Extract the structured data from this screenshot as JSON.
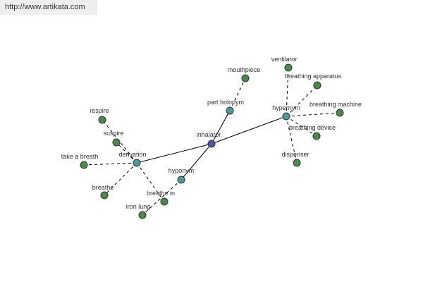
{
  "banner": {
    "url": "http://www.artikata.com"
  },
  "colors": {
    "center": "#4a5aa6",
    "relation": "#4a9a9a",
    "leaf": "#4a8a4a"
  },
  "graph": {
    "nodes": [
      {
        "id": "inhalator",
        "label": "inhalator",
        "kind": "center"
      },
      {
        "id": "part_holonym",
        "label": "part holonym",
        "kind": "relation"
      },
      {
        "id": "hypernym",
        "label": "hypernym",
        "kind": "relation"
      },
      {
        "id": "derivation",
        "label": "derivation",
        "kind": "relation"
      },
      {
        "id": "hyponym",
        "label": "hyponym",
        "kind": "relation"
      },
      {
        "id": "mouthpiece",
        "label": "mouthpiece",
        "kind": "leaf"
      },
      {
        "id": "ventilator",
        "label": "ventilator",
        "kind": "leaf"
      },
      {
        "id": "breathing_apparatus",
        "label": "breathing apparatus",
        "kind": "leaf"
      },
      {
        "id": "breathing_machine",
        "label": "breathing machine",
        "kind": "leaf"
      },
      {
        "id": "breathing_device",
        "label": "breathing device",
        "kind": "leaf"
      },
      {
        "id": "dispenser",
        "label": "dispenser",
        "kind": "leaf"
      },
      {
        "id": "respire",
        "label": "respire",
        "kind": "leaf"
      },
      {
        "id": "suspire",
        "label": "suspire",
        "kind": "leaf"
      },
      {
        "id": "take_a_breath",
        "label": "take a breath",
        "kind": "leaf"
      },
      {
        "id": "breathe",
        "label": "breathe",
        "kind": "leaf"
      },
      {
        "id": "breathe_in",
        "label": "breathe in",
        "kind": "leaf"
      },
      {
        "id": "iron_lung",
        "label": "iron lung",
        "kind": "leaf"
      }
    ],
    "edges": [
      {
        "from": "inhalator",
        "to": "part_holonym",
        "style": "solid"
      },
      {
        "from": "inhalator",
        "to": "hypernym",
        "style": "solid"
      },
      {
        "from": "inhalator",
        "to": "derivation",
        "style": "solid"
      },
      {
        "from": "inhalator",
        "to": "hyponym",
        "style": "solid"
      },
      {
        "from": "part_holonym",
        "to": "mouthpiece",
        "style": "dashed"
      },
      {
        "from": "hypernym",
        "to": "ventilator",
        "style": "dashed"
      },
      {
        "from": "hypernym",
        "to": "breathing_apparatus",
        "style": "dashed"
      },
      {
        "from": "hypernym",
        "to": "breathing_machine",
        "style": "dashed"
      },
      {
        "from": "hypernym",
        "to": "breathing_device",
        "style": "dashed"
      },
      {
        "from": "hypernym",
        "to": "dispenser",
        "style": "dashed"
      },
      {
        "from": "derivation",
        "to": "respire",
        "style": "dashed"
      },
      {
        "from": "derivation",
        "to": "suspire",
        "style": "dashed"
      },
      {
        "from": "derivation",
        "to": "take_a_breath",
        "style": "dashed"
      },
      {
        "from": "derivation",
        "to": "breathe",
        "style": "dashed"
      },
      {
        "from": "derivation",
        "to": "breathe_in",
        "style": "dashed"
      },
      {
        "from": "hyponym",
        "to": "iron_lung",
        "style": "dashed"
      }
    ]
  }
}
